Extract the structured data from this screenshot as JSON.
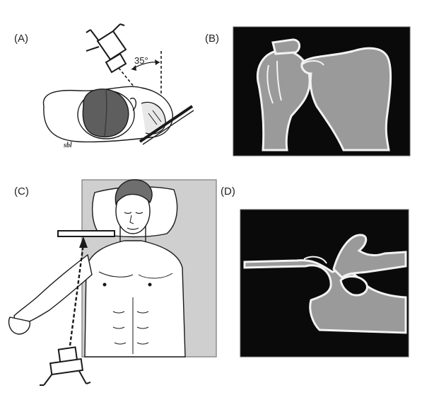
{
  "panels": {
    "a": {
      "label": "(A)"
    },
    "b": {
      "label": "(B)"
    },
    "c": {
      "label": "(C)"
    },
    "d": {
      "label": "(D)"
    }
  },
  "panel_a": {
    "angle_label": "35°",
    "signature": "sbl"
  },
  "colors": {
    "xray_bg": "#0a0a0a",
    "bone_fill": "#9a9a9a",
    "bone_edge": "#f2f2f2",
    "ink": "#1a1a1a",
    "hair": "#6e6e6e",
    "bed": "#cfcfcf"
  }
}
